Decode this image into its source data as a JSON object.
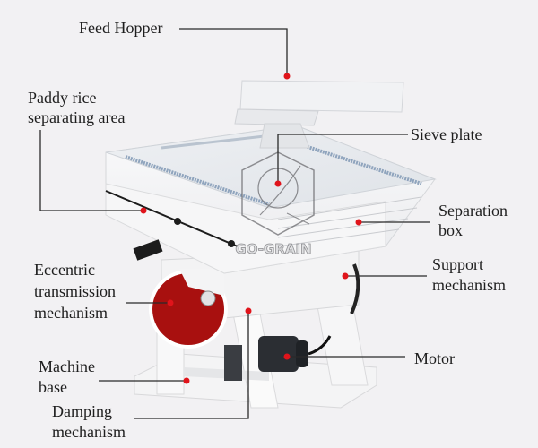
{
  "diagram": {
    "subject": "Paddy separator machine",
    "watermark": "GO-GRAIN",
    "colors": {
      "background": "#f2f1f3",
      "machine_body": "#f7f7f8",
      "accent_disc": "#a8100f",
      "marker_dot": "#e0141b",
      "leader_line": "#2a2a2a",
      "motor": "#2b2e33"
    },
    "labels": {
      "feed_hopper": "Feed Hopper",
      "paddy_area_line1": "Paddy rice",
      "paddy_area_line2": "separating area",
      "sieve_plate": "Sieve plate",
      "separation_box_line1": "Separation",
      "separation_box_line2": "box",
      "support_line1": "Support",
      "support_line2": "mechanism",
      "eccentric_line1": "Eccentric",
      "eccentric_line2": "transmission",
      "eccentric_line3": "mechanism",
      "machine_base_line1": "Machine",
      "machine_base_line2": "base",
      "motor": "Motor",
      "damping_line1": "Damping",
      "damping_line2": "mechanism"
    }
  }
}
